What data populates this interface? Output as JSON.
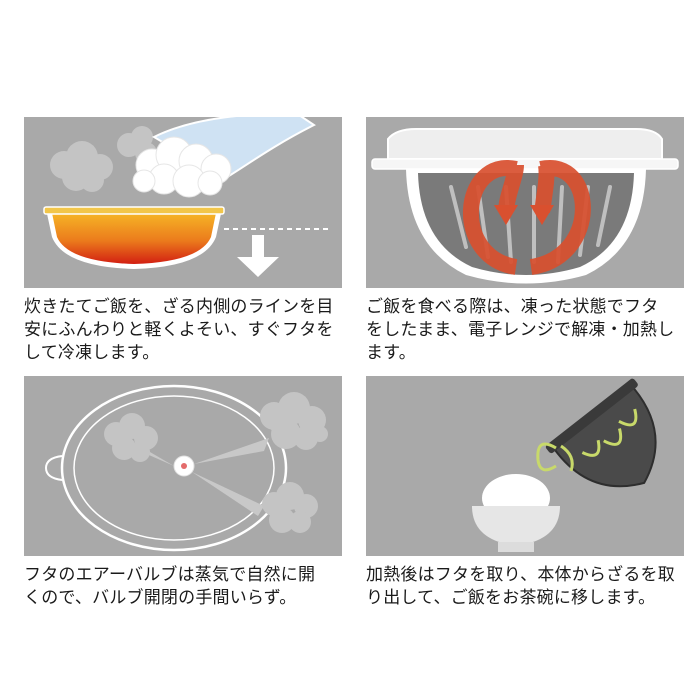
{
  "steps": [
    {
      "caption_lines": [
        "炊きたてご飯を、ざる内側のラインを目",
        "安にふんわりと軽くよそい、すぐフタを",
        "して冷凍します。"
      ]
    },
    {
      "caption_lines": [
        "ご飯を食べる際は、凍った状態でフタ",
        "をしたまま、電子レンジで解凍・加熱し",
        "ます。"
      ]
    },
    {
      "caption_lines": [
        "フタのエアーバルブは蒸気で自然に開",
        "くので、バルブ開閉の手間いらず。"
      ]
    },
    {
      "caption_lines": [
        "加熱後はフタを取り、本体からざるを取",
        "り出して、ご飯をお茶碗に移します。"
      ]
    }
  ],
  "colors": {
    "panel_bg": "#a9a9a9",
    "bowl_orange": "#f0a020",
    "bowl_red": "#d22a12",
    "arrow_red": "#d9502f",
    "steam": "#c6c6c6",
    "noodle": "#c8d96a"
  }
}
